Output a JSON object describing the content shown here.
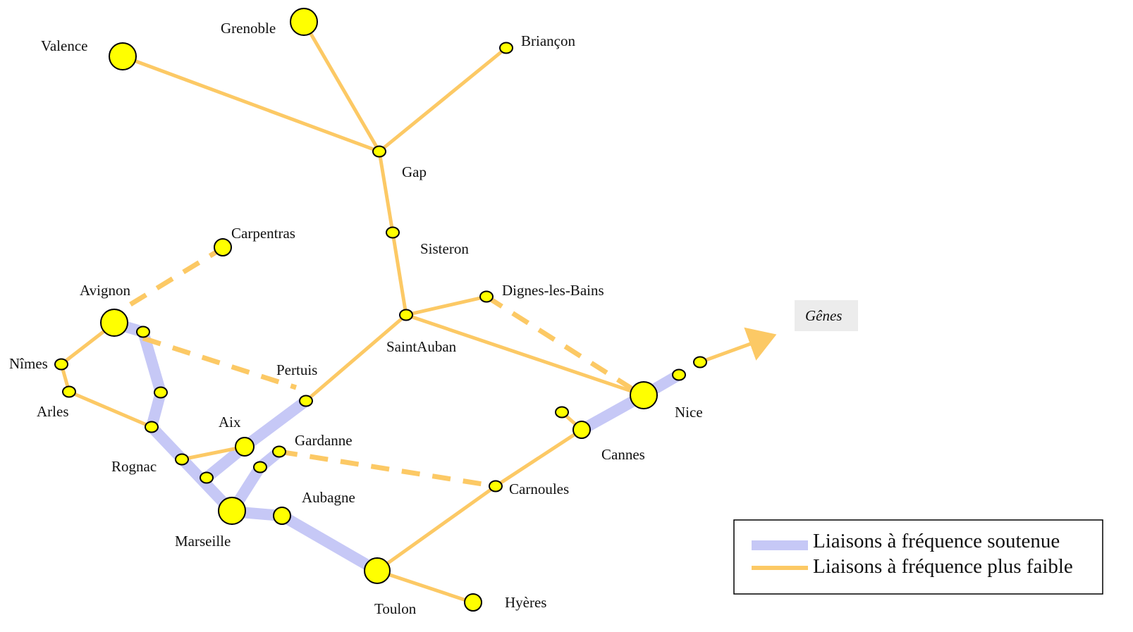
{
  "cities": {
    "valence": "Valence",
    "grenoble": "Grenoble",
    "briancon": "Briançon",
    "gap": "Gap",
    "sisteron": "Sisteron",
    "carpentras": "Carpentras",
    "avignon": "Avignon",
    "dignes": "Dignes-les-Bains",
    "saintauban": "SaintAuban",
    "nimes": "Nîmes",
    "pertuis": "Pertuis",
    "arles": "Arles",
    "aix": "Aix",
    "nice": "Nice",
    "gardanne": "Gardanne",
    "rognac": "Rognac",
    "cannes": "Cannes",
    "carnoules": "Carnoules",
    "aubagne": "Aubagne",
    "marseille": "Marseille",
    "toulon": "Toulon",
    "hyeres": "Hyères"
  },
  "external": {
    "genes": "Gênes"
  },
  "legend": {
    "strong": "Liaisons à fréquence soutenue",
    "weak": "Liaisons à fréquence plus faible"
  },
  "colors": {
    "strong_link": "#c6c8f6",
    "weak_link": "#fcc965",
    "node_fill": "#ffff00"
  }
}
